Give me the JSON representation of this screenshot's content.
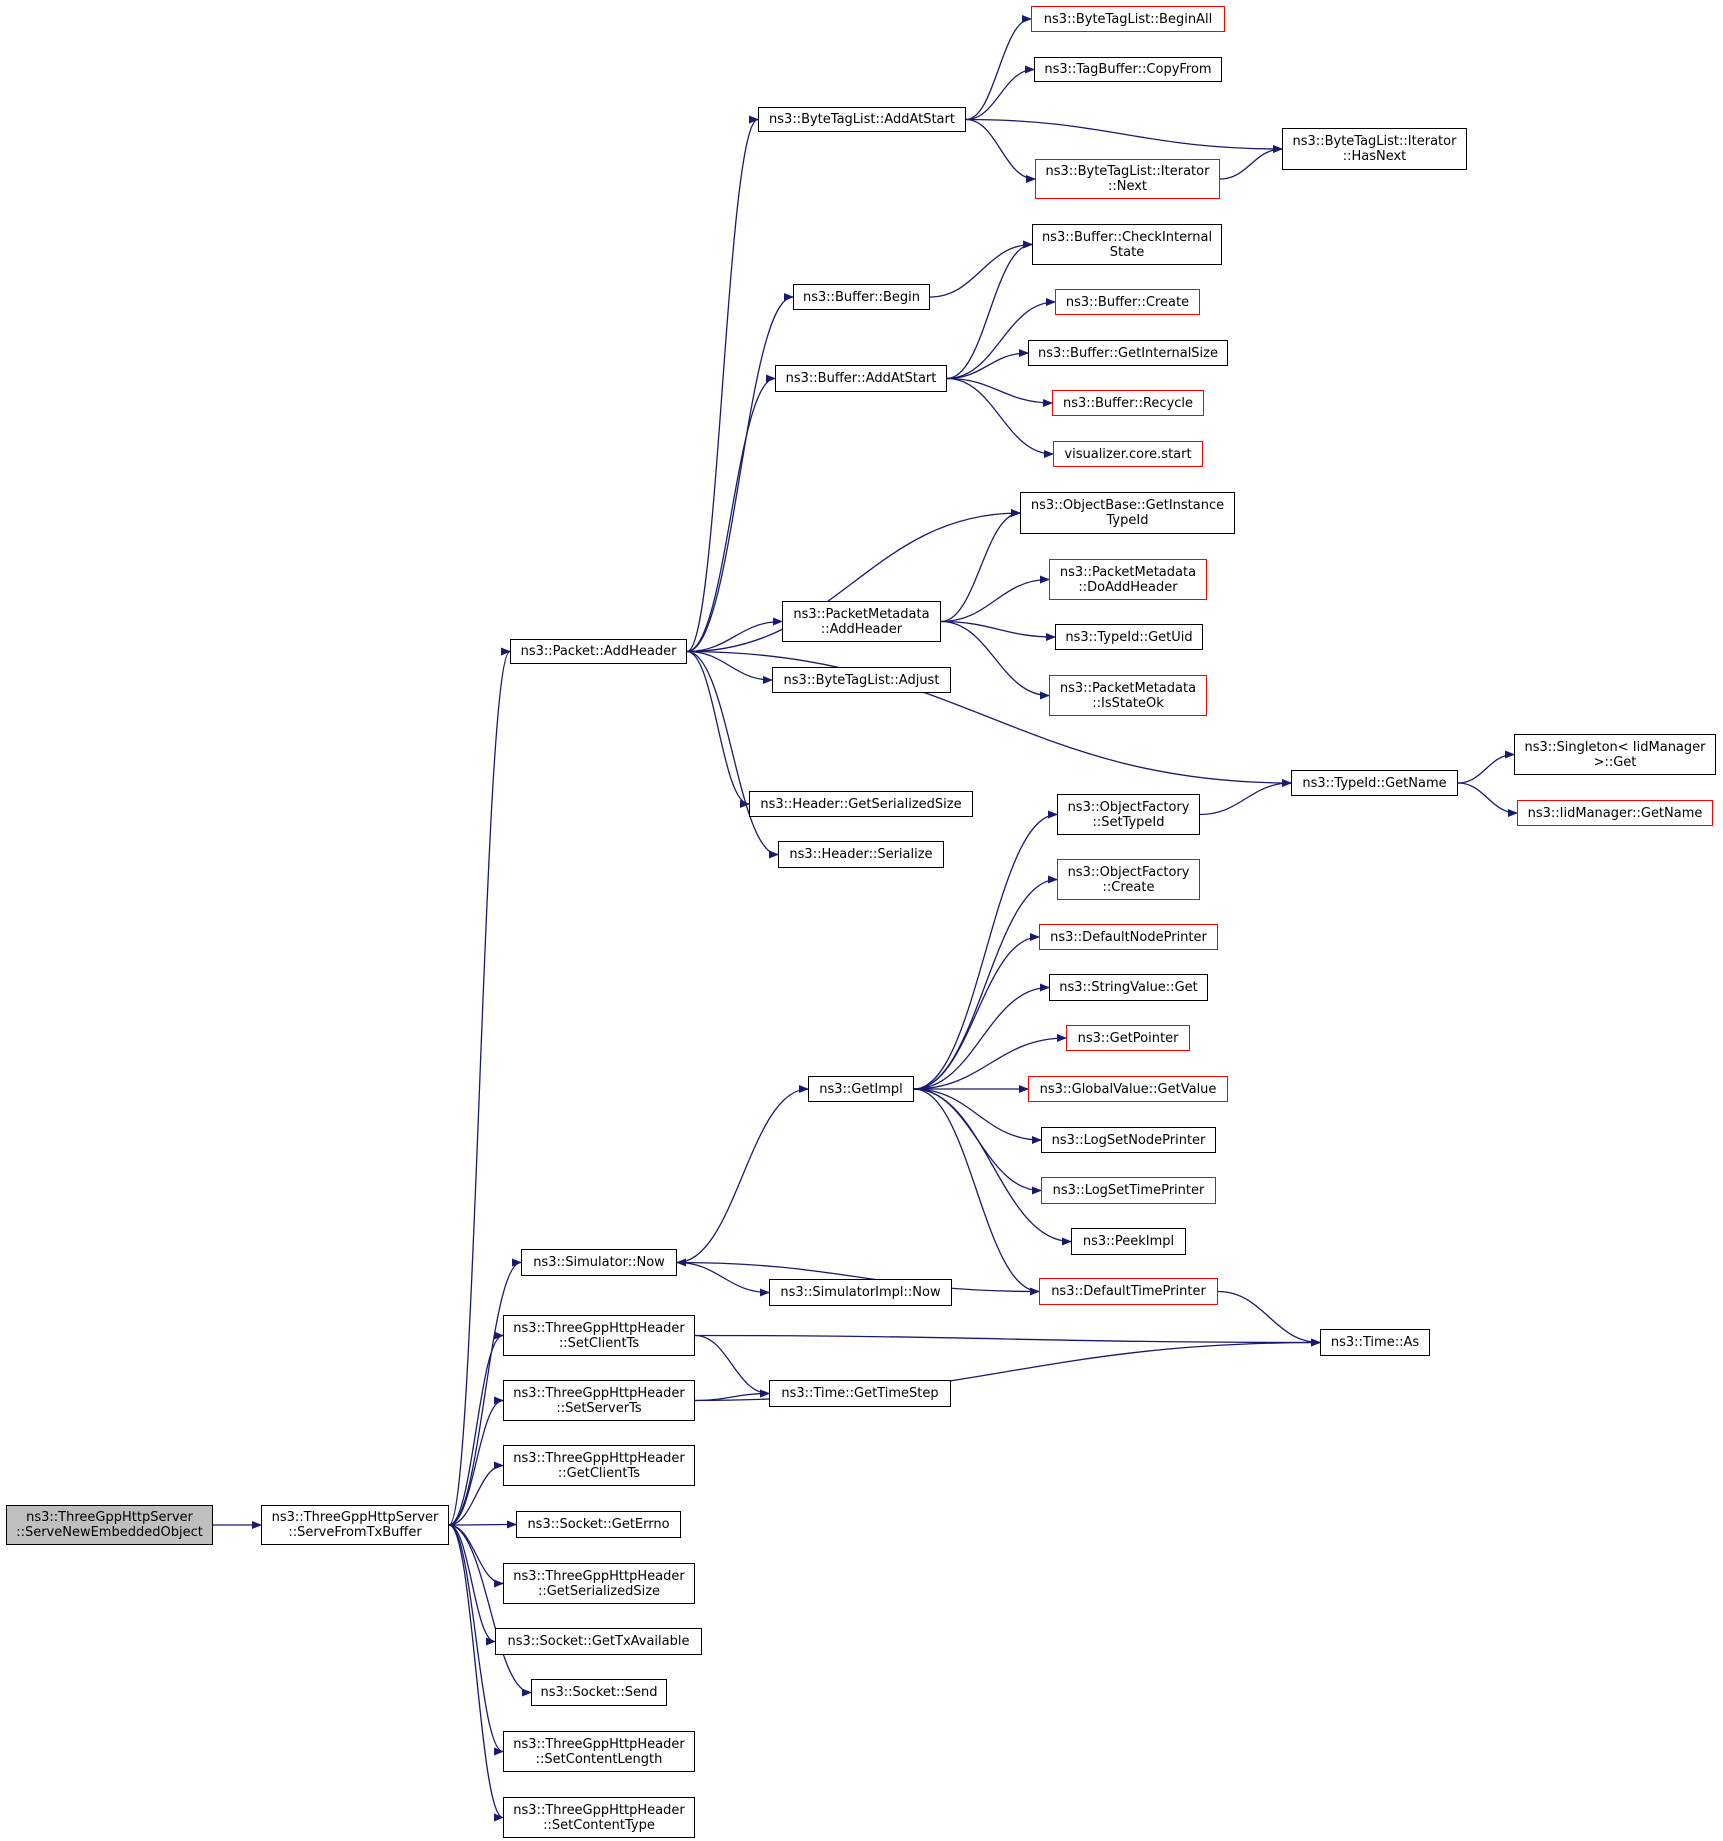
{
  "colors": {
    "edge": "#191970",
    "border": "#000000",
    "border_external": "#ff0000",
    "root_fill": "#bfbfbf",
    "background": "#ffffff"
  },
  "nodes": {
    "root": {
      "label": "ns3::ThreeGppHttpServer\n::ServeNewEmbeddedObject",
      "style": "root"
    },
    "serveFromTx": {
      "label": "ns3::ThreeGppHttpServer\n::ServeFromTxBuffer",
      "style": "normal"
    },
    "addHeader": {
      "label": "ns3::Packet::AddHeader",
      "style": "normal"
    },
    "btlAddAtStart": {
      "label": "ns3::ByteTagList::AddAtStart",
      "style": "normal"
    },
    "btlBeginAll": {
      "label": "ns3::ByteTagList::BeginAll",
      "style": "red"
    },
    "tbCopyFrom": {
      "label": "ns3::TagBuffer::CopyFrom",
      "style": "normal"
    },
    "btlIterHasNext": {
      "label": "ns3::ByteTagList::Iterator\n::HasNext",
      "style": "normal"
    },
    "btlIterNext": {
      "label": "ns3::ByteTagList::Iterator\n::Next",
      "style": "red"
    },
    "bufCheckInternal": {
      "label": "ns3::Buffer::CheckInternal\nState",
      "style": "normal"
    },
    "bufBegin": {
      "label": "ns3::Buffer::Begin",
      "style": "normal"
    },
    "bufCreate": {
      "label": "ns3::Buffer::Create",
      "style": "red"
    },
    "bufAddAtStart": {
      "label": "ns3::Buffer::AddAtStart",
      "style": "normal"
    },
    "bufGetInternalSize": {
      "label": "ns3::Buffer::GetInternalSize",
      "style": "normal"
    },
    "bufRecycle": {
      "label": "ns3::Buffer::Recycle",
      "style": "red"
    },
    "vizStart": {
      "label": "visualizer.core.start",
      "style": "red"
    },
    "objGetInstanceTypeId": {
      "label": "ns3::ObjectBase::GetInstance\nTypeId",
      "style": "normal"
    },
    "pmDoAddHeader": {
      "label": "ns3::PacketMetadata\n::DoAddHeader",
      "style": "red"
    },
    "pmAddHeader": {
      "label": "ns3::PacketMetadata\n::AddHeader",
      "style": "normal"
    },
    "typeIdGetUid": {
      "label": "ns3::TypeId::GetUid",
      "style": "normal"
    },
    "pmIsStateOk": {
      "label": "ns3::PacketMetadata\n::IsStateOk",
      "style": "red"
    },
    "btlAdjust": {
      "label": "ns3::ByteTagList::Adjust",
      "style": "normal"
    },
    "singletonGet": {
      "label": "ns3::Singleton< IidManager\n>::Get",
      "style": "normal"
    },
    "typeIdGetName": {
      "label": "ns3::TypeId::GetName",
      "style": "normal"
    },
    "iidGetName": {
      "label": "ns3::IidManager::GetName",
      "style": "red"
    },
    "ofSetTypeId": {
      "label": "ns3::ObjectFactory\n::SetTypeId",
      "style": "normal"
    },
    "hdrGetSerializedSize": {
      "label": "ns3::Header::GetSerializedSize",
      "style": "normal"
    },
    "hdrSerialize": {
      "label": "ns3::Header::Serialize",
      "style": "normal"
    },
    "ofCreate": {
      "label": "ns3::ObjectFactory\n::Create",
      "style": "red"
    },
    "defaultNodePrinter": {
      "label": "ns3::DefaultNodePrinter",
      "style": "red"
    },
    "stringValueGet": {
      "label": "ns3::StringValue::Get",
      "style": "normal"
    },
    "getPointer": {
      "label": "ns3::GetPointer",
      "style": "red"
    },
    "getImpl": {
      "label": "ns3::GetImpl",
      "style": "normal"
    },
    "gvGetValue": {
      "label": "ns3::GlobalValue::GetValue",
      "style": "red"
    },
    "logSetNodePrinter": {
      "label": "ns3::LogSetNodePrinter",
      "style": "normal"
    },
    "logSetTimePrinter": {
      "label": "ns3::LogSetTimePrinter",
      "style": "red"
    },
    "peekImpl": {
      "label": "ns3::PeekImpl",
      "style": "normal"
    },
    "simNow": {
      "label": "ns3::Simulator::Now",
      "style": "normal"
    },
    "defaultTimePrinter": {
      "label": "ns3::DefaultTimePrinter",
      "style": "red"
    },
    "simImplNow": {
      "label": "ns3::SimulatorImpl::Now",
      "style": "normal"
    },
    "setClientTs": {
      "label": "ns3::ThreeGppHttpHeader\n::SetClientTs",
      "style": "normal"
    },
    "timeAs": {
      "label": "ns3::Time::As",
      "style": "normal"
    },
    "setServerTs": {
      "label": "ns3::ThreeGppHttpHeader\n::SetServerTs",
      "style": "normal"
    },
    "timeGetTimeStep": {
      "label": "ns3::Time::GetTimeStep",
      "style": "normal"
    },
    "getClientTs": {
      "label": "ns3::ThreeGppHttpHeader\n::GetClientTs",
      "style": "normal"
    },
    "sockGetErrno": {
      "label": "ns3::Socket::GetErrno",
      "style": "normal"
    },
    "hhGetSerializedSize": {
      "label": "ns3::ThreeGppHttpHeader\n::GetSerializedSize",
      "style": "normal"
    },
    "sockGetTxAvailable": {
      "label": "ns3::Socket::GetTxAvailable",
      "style": "normal"
    },
    "sockSend": {
      "label": "ns3::Socket::Send",
      "style": "normal"
    },
    "setContentLength": {
      "label": "ns3::ThreeGppHttpHeader\n::SetContentLength",
      "style": "normal"
    },
    "setContentType": {
      "label": "ns3::ThreeGppHttpHeader\n::SetContentType",
      "style": "normal"
    }
  },
  "edges": [
    [
      "root",
      "serveFromTx"
    ],
    [
      "serveFromTx",
      "addHeader"
    ],
    [
      "serveFromTx",
      "simNow"
    ],
    [
      "serveFromTx",
      "setClientTs"
    ],
    [
      "serveFromTx",
      "setServerTs"
    ],
    [
      "serveFromTx",
      "getClientTs"
    ],
    [
      "serveFromTx",
      "sockGetErrno"
    ],
    [
      "serveFromTx",
      "hhGetSerializedSize"
    ],
    [
      "serveFromTx",
      "sockGetTxAvailable"
    ],
    [
      "serveFromTx",
      "sockSend"
    ],
    [
      "serveFromTx",
      "setContentLength"
    ],
    [
      "serveFromTx",
      "setContentType"
    ],
    [
      "addHeader",
      "btlAddAtStart"
    ],
    [
      "addHeader",
      "bufBegin"
    ],
    [
      "addHeader",
      "bufAddAtStart"
    ],
    [
      "addHeader",
      "objGetInstanceTypeId"
    ],
    [
      "addHeader",
      "pmAddHeader"
    ],
    [
      "addHeader",
      "btlAdjust"
    ],
    [
      "addHeader",
      "typeIdGetName"
    ],
    [
      "addHeader",
      "hdrGetSerializedSize"
    ],
    [
      "addHeader",
      "hdrSerialize"
    ],
    [
      "btlAddAtStart",
      "btlBeginAll"
    ],
    [
      "btlAddAtStart",
      "tbCopyFrom"
    ],
    [
      "btlAddAtStart",
      "btlIterHasNext"
    ],
    [
      "btlAddAtStart",
      "btlIterNext"
    ],
    [
      "btlIterNext",
      "btlIterHasNext"
    ],
    [
      "bufBegin",
      "bufCheckInternal"
    ],
    [
      "bufAddAtStart",
      "bufCheckInternal"
    ],
    [
      "bufAddAtStart",
      "bufCreate"
    ],
    [
      "bufAddAtStart",
      "bufGetInternalSize"
    ],
    [
      "bufAddAtStart",
      "bufRecycle"
    ],
    [
      "bufAddAtStart",
      "vizStart"
    ],
    [
      "pmAddHeader",
      "objGetInstanceTypeId"
    ],
    [
      "pmAddHeader",
      "pmDoAddHeader"
    ],
    [
      "pmAddHeader",
      "typeIdGetUid"
    ],
    [
      "pmAddHeader",
      "pmIsStateOk"
    ],
    [
      "typeIdGetName",
      "singletonGet"
    ],
    [
      "typeIdGetName",
      "iidGetName"
    ],
    [
      "ofSetTypeId",
      "typeIdGetName"
    ],
    [
      "simNow",
      "getImpl"
    ],
    [
      "simNow",
      "simImplNow"
    ],
    [
      "getImpl",
      "ofSetTypeId"
    ],
    [
      "getImpl",
      "ofCreate"
    ],
    [
      "getImpl",
      "defaultNodePrinter"
    ],
    [
      "getImpl",
      "stringValueGet"
    ],
    [
      "getImpl",
      "getPointer"
    ],
    [
      "getImpl",
      "gvGetValue"
    ],
    [
      "getImpl",
      "logSetNodePrinter"
    ],
    [
      "getImpl",
      "logSetTimePrinter"
    ],
    [
      "getImpl",
      "peekImpl"
    ],
    [
      "getImpl",
      "defaultTimePrinter"
    ],
    [
      "defaultTimePrinter",
      "simNow"
    ],
    [
      "defaultTimePrinter",
      "timeAs"
    ],
    [
      "setClientTs",
      "timeAs"
    ],
    [
      "setClientTs",
      "timeGetTimeStep"
    ],
    [
      "setServerTs",
      "timeGetTimeStep"
    ],
    [
      "setServerTs",
      "timeAs"
    ]
  ]
}
